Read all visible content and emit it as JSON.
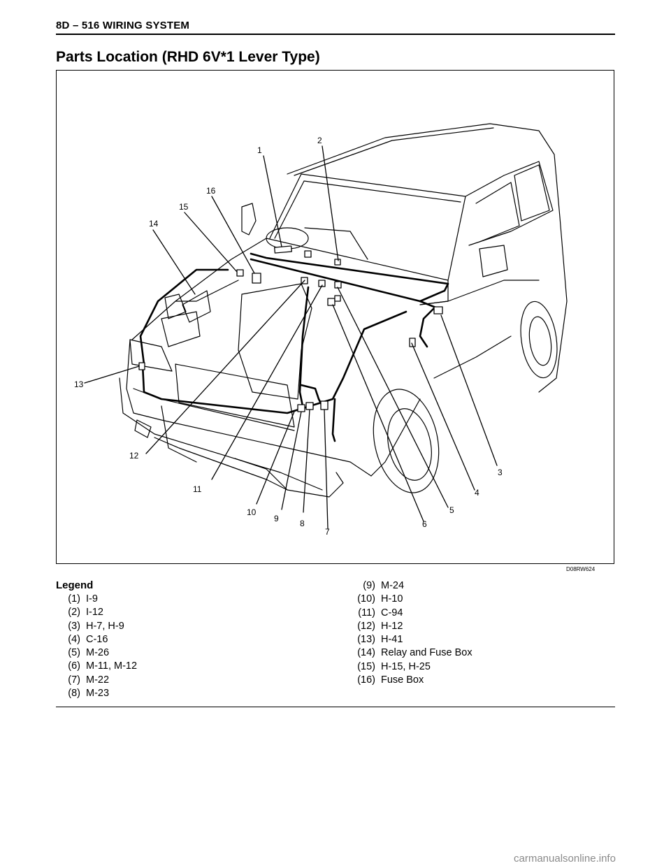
{
  "header": {
    "title": "8D – 516 WIRING SYSTEM"
  },
  "page_title": "Parts Location (RHD 6V*1 Lever Type)",
  "figure": {
    "code": "D08RW624",
    "callouts": [
      "1",
      "2",
      "3",
      "4",
      "5",
      "6",
      "7",
      "8",
      "9",
      "10",
      "11",
      "12",
      "13",
      "14",
      "15",
      "16"
    ]
  },
  "legend": {
    "heading": "Legend",
    "left": [
      {
        "num": "(1)",
        "text": "I-9"
      },
      {
        "num": "(2)",
        "text": "I-12"
      },
      {
        "num": "(3)",
        "text": "H-7, H-9"
      },
      {
        "num": "(4)",
        "text": "C-16"
      },
      {
        "num": "(5)",
        "text": "M-26"
      },
      {
        "num": "(6)",
        "text": "M-11, M-12"
      },
      {
        "num": "(7)",
        "text": "M-22"
      },
      {
        "num": "(8)",
        "text": "M-23"
      }
    ],
    "right": [
      {
        "num": "(9)",
        "text": "M-24"
      },
      {
        "num": "(10)",
        "text": "H-10"
      },
      {
        "num": "(11)",
        "text": "C-94"
      },
      {
        "num": "(12)",
        "text": "H-12"
      },
      {
        "num": "(13)",
        "text": "H-41"
      },
      {
        "num": "(14)",
        "text": "Relay and Fuse Box"
      },
      {
        "num": "(15)",
        "text": "H-15, H-25"
      },
      {
        "num": "(16)",
        "text": "Fuse Box"
      }
    ]
  },
  "watermark": "carmanualsonline.info"
}
